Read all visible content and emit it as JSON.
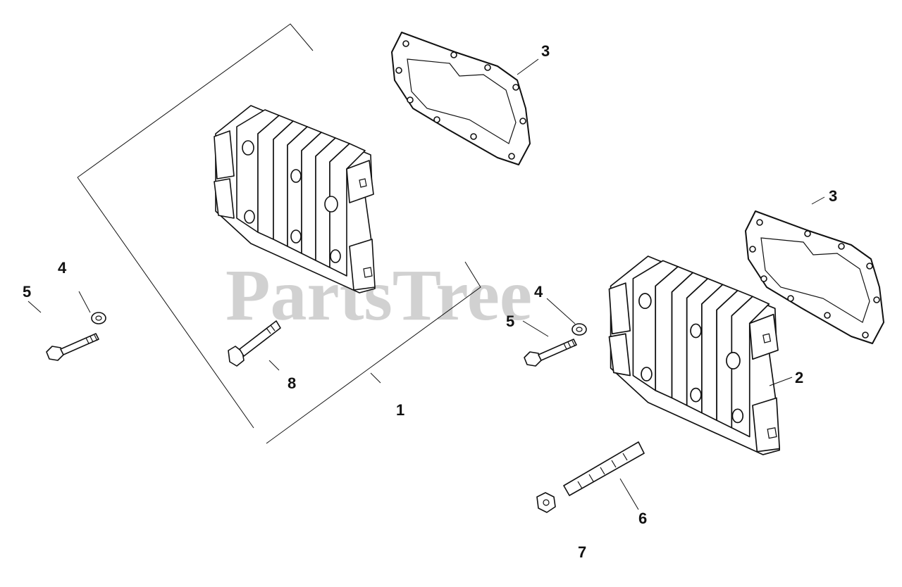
{
  "watermark": "PartsTree",
  "callouts": {
    "c1": "1",
    "c2": "2",
    "c3a": "3",
    "c3b": "3",
    "c4a": "4",
    "c4b": "4",
    "c5a": "5",
    "c5b": "5",
    "c6": "6",
    "c7": "7",
    "c8": "8"
  },
  "colors": {
    "ink": "#111111",
    "watermark": "#c9c9c9",
    "background": "#ffffff"
  }
}
